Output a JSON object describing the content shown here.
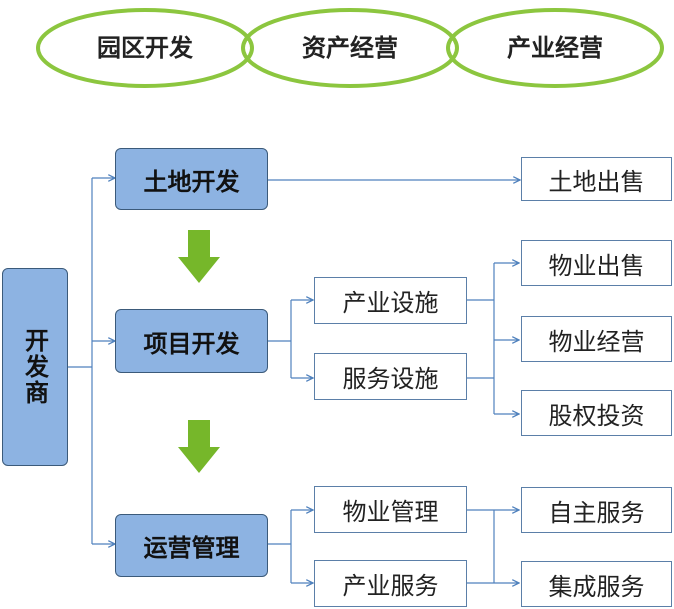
{
  "stages": [
    "园区开发",
    "资产经营",
    "产业经营"
  ],
  "root": "开发商",
  "phases": {
    "land": "土地开发",
    "project": "项目开发",
    "operation": "运营管理"
  },
  "facilities": {
    "industry": "产业设施",
    "service": "服务设施"
  },
  "operations": {
    "property_mgmt": "物业管理",
    "industry_service": "产业服务"
  },
  "outcomes": {
    "land_sale": "土地出售",
    "property_sale": "物业出售",
    "property_operation": "物业经营",
    "equity_investment": "股权投资",
    "self_service": "自主服务",
    "integrated_service": "集成服务"
  },
  "colors": {
    "ellipse_stroke": "#8cc63f",
    "arrow_fill": "#76b72a",
    "blue_fill": "#8db3e2",
    "connector": "#4f81bd"
  }
}
